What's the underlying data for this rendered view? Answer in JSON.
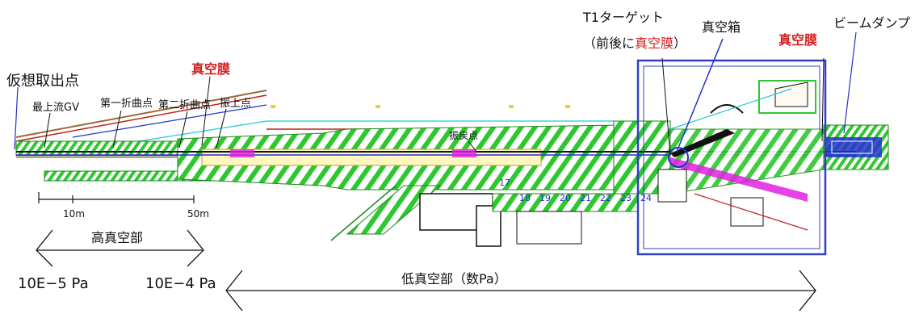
{
  "labels": {
    "virtual_extraction_point": "仮想取出点",
    "most_upstream_gv": "最上流GV",
    "first_bend": "第一折曲点",
    "second_bend": "第二折曲点",
    "vacuum_film_left": "真空膜",
    "swing_up_point": "振上点",
    "swing_back_point": "振戻点",
    "t1_target": "T1ターゲット",
    "film_front_back_prefix": "（前後に",
    "film_front_back_red": "真空膜",
    "film_front_back_suffix": "）",
    "vacuum_box": "真空箱",
    "beam_dump": "ビームダンプ",
    "vacuum_film_right": "真空膜",
    "scale_10m": "10m",
    "scale_50m": "50m",
    "high_vacuum": "高真空部",
    "low_vacuum": "低真空部（数Pa）",
    "pressure_left": "10E−5 Pa",
    "pressure_right": "10E−4 Pa"
  },
  "segment_numbers": [
    "17",
    "18",
    "19",
    "20",
    "21",
    "22",
    "23",
    "24"
  ],
  "colors": {
    "hatch_green": "#2fc72f",
    "beamline_red": "#c02020",
    "magnet_blue": "#2233cc",
    "cyan": "#22c8e0",
    "magenta": "#e020e0",
    "yellow": "#f0d020",
    "label_red": "#d42020",
    "frame_blue": "#3040c0"
  }
}
